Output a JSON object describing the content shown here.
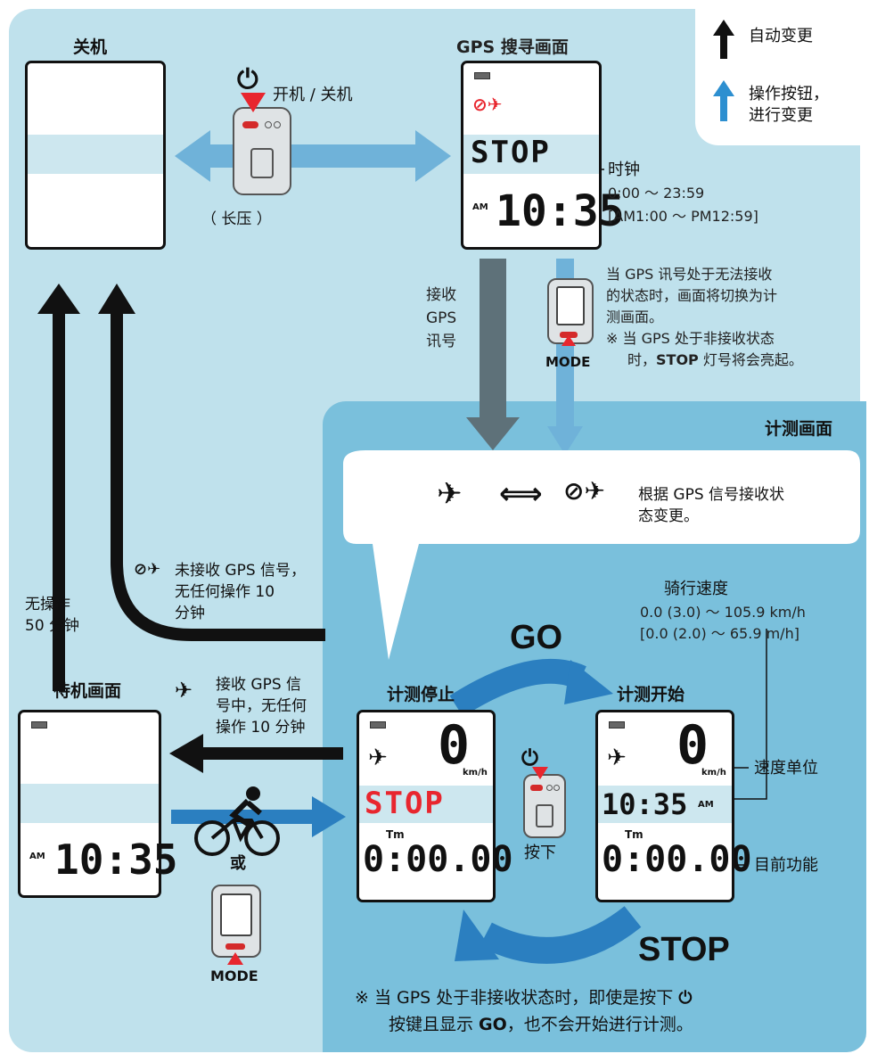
{
  "legend": {
    "auto_change": "自动变更",
    "button_change_line1": "操作按钮，",
    "button_change_line2": "进行变更"
  },
  "off_screen": {
    "title": "关机"
  },
  "power_switch": {
    "label": "开机 / 关机",
    "press_note": "（ 长压 ）"
  },
  "gps_search": {
    "title": "GPS 搜寻画面",
    "lcd_stop": "STOP",
    "lcd_time": "10:35",
    "am": "AM",
    "clock_label": "时钟",
    "clock_range": "0:00 ～ 23:59",
    "clock_range_12h": "[AM1:00 ～ PM12:59]"
  },
  "receive_gps": {
    "line1": "接收",
    "line2": "GPS",
    "line3": "讯号"
  },
  "mode_note": {
    "line1": "当 GPS 讯号处于无法接收",
    "line2": "的状态时，画面将切换为计",
    "line3": "测画面。",
    "line4": "※ 当 GPS 处于非接收状态",
    "line5_pre": "时，",
    "line5_bold": "STOP",
    "line5_post": " 灯号将会亮起。",
    "mode_label": "MODE"
  },
  "measure_area": {
    "title": "计测画面",
    "bubble_line1": "根据 GPS 信号接收状",
    "bubble_line2": "态变更。"
  },
  "no_gps_note": {
    "line1": "未接收 GPS 信号，",
    "line2": "无任何操作 10",
    "line3": "分钟"
  },
  "no_op_note": {
    "line1": "无操作",
    "line2": "50 分钟"
  },
  "standby": {
    "title": "待机画面",
    "lcd_time": "10:35",
    "am": "AM"
  },
  "receiving_note": {
    "line1": "接收 GPS 信",
    "line2": "号中，无任何",
    "line3": "操作 10 分钟"
  },
  "wake": {
    "or_label": "或",
    "mode_label": "MODE"
  },
  "stopped_screen": {
    "title": "计测停止",
    "speed": "0",
    "unit": "km/h",
    "stop_text": "STOP",
    "tm": "Tm",
    "timer": "0:00.00"
  },
  "started_screen": {
    "title": "计测开始",
    "speed": "0",
    "unit": "km/h",
    "clock": "10:35",
    "am": "AM",
    "tm": "Tm",
    "timer": "0:00.00"
  },
  "speed_info": {
    "label": "骑行速度",
    "range_kmh": "0.0 (3.0) ～ 105.9 km/h",
    "range_mph": "[0.0 (2.0) ～ 65.9 m/h]"
  },
  "callouts": {
    "speed_unit": "速度单位",
    "current_function": "目前功能"
  },
  "press": {
    "label": "按下"
  },
  "cycle": {
    "go": "GO",
    "stop": "STOP"
  },
  "footnote": {
    "line1_pre": "※ 当 GPS 处于非接收状态时，即使是按下",
    "line2_pre": "按键且显示 ",
    "line2_bold": "GO",
    "line2_post": "，也不会开始进行计测。"
  },
  "colors": {
    "background": "#bfe1ec",
    "measure_area": "#7ac0dc",
    "auto_arrow": "#111111",
    "button_arrow": "#4ea5d3",
    "cycle_arrow": "#2b7fc0",
    "stop_red": "#e8262e"
  }
}
